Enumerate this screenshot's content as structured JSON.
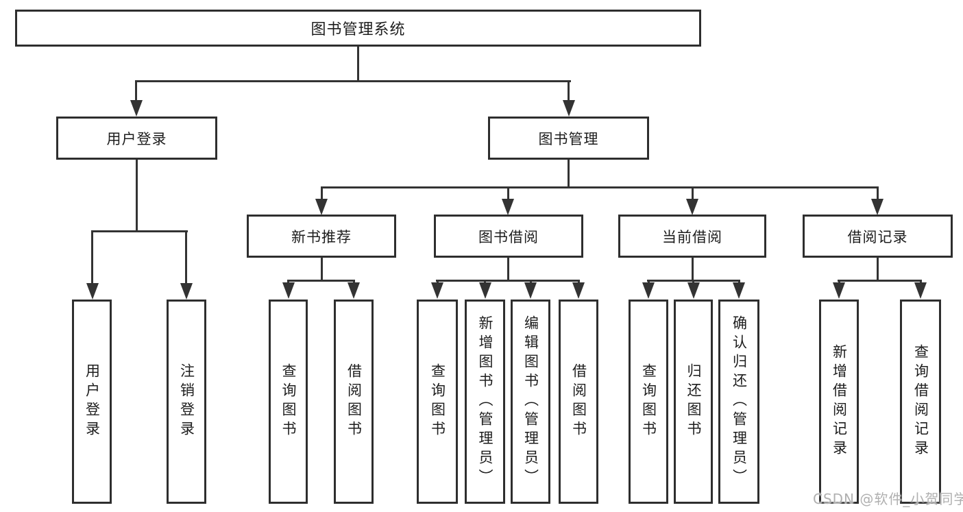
{
  "diagram": {
    "type": "tree",
    "root": {
      "label": "图书管理系统",
      "children": [
        {
          "label": "用户登录",
          "children": [
            {
              "label": "用户登录"
            },
            {
              "label": "注销登录"
            }
          ]
        },
        {
          "label": "图书管理",
          "children": [
            {
              "label": "新书推荐",
              "children": [
                {
                  "label": "查询图书"
                },
                {
                  "label": "借阅图书"
                }
              ]
            },
            {
              "label": "图书借阅",
              "children": [
                {
                  "label": "查询图书"
                },
                {
                  "label": "新增图书（管理员）"
                },
                {
                  "label": "编辑图书（管理员）"
                },
                {
                  "label": "借阅图书"
                }
              ]
            },
            {
              "label": "当前借阅",
              "children": [
                {
                  "label": "查询图书"
                },
                {
                  "label": "归还图书"
                },
                {
                  "label": "确认归还（管理员）"
                }
              ]
            },
            {
              "label": "借阅记录",
              "children": [
                {
                  "label": "新增借阅记录"
                },
                {
                  "label": "查询借阅记录"
                }
              ]
            }
          ]
        }
      ]
    }
  },
  "watermark": {
    "text": "CSDN @软件_小贺同学"
  },
  "colors": {
    "line": "#333333",
    "box_border": "#2e2e2e",
    "text": "#1d1d1d",
    "background": "#ffffff",
    "watermark": "#b0b0b0"
  }
}
